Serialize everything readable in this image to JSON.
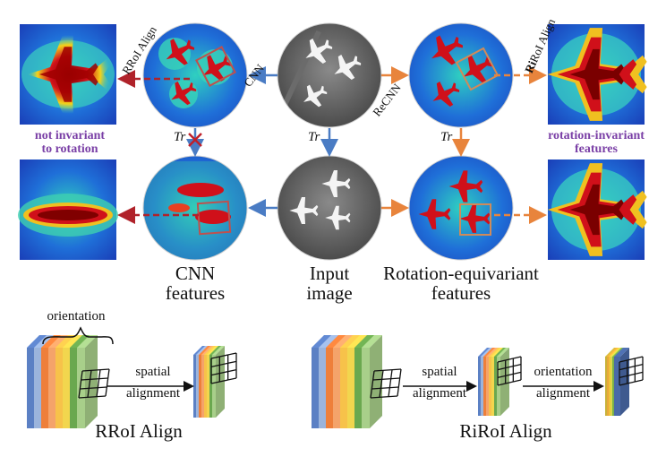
{
  "labels": {
    "cnn_arrow": "CNN",
    "recnn_arrow": "ReCNN",
    "rroi_align_tilted": "RRoI Align",
    "riroi_bold": "Ri",
    "riroi_rest": "RoI Align",
    "tr": "Tr",
    "not_invariant_1": "not invariant",
    "not_invariant_2": "to rotation",
    "rot_inv_1": "rotation-invariant",
    "rot_inv_2": "features",
    "cnn_features_1": "CNN",
    "cnn_features_2": "features",
    "input_image_1": "Input",
    "input_image_2": "image",
    "rot_equiv_1": "Rotation-equivariant",
    "rot_equiv_2": "features",
    "orientation": "orientation",
    "spatial_1": "spatial",
    "alignment_1": "alignment",
    "spatial_2": "spatial",
    "alignment_2": "alignment",
    "orientation_align_1": "orientation",
    "orientation_align_2": "alignment",
    "rroi_align_caption": "RRoI Align",
    "riroi_align_caption": "RiRoI Align"
  },
  "colors": {
    "blue_arrow": "#4a7cc4",
    "orange_arrow": "#e8843c",
    "dark_red_arrow": "#b0222a",
    "purple_text": "#7a3fa6",
    "roi_box": "#c0504d"
  },
  "stack_colors": [
    "#5b80c4",
    "#9bb4dc",
    "#ee7f3a",
    "#f4a36a",
    "#f7c24a",
    "#f2d64e",
    "#6aa84f",
    "#a8cf8a"
  ]
}
